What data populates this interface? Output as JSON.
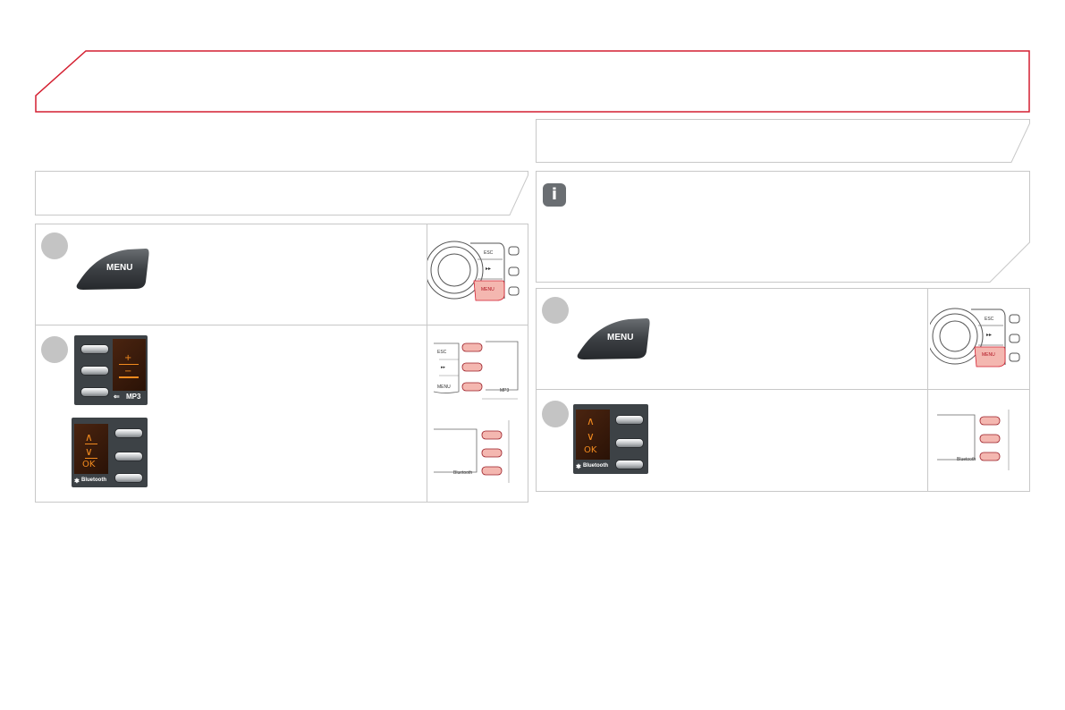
{
  "page": {
    "accent_color": "#d41f30",
    "border_color": "#c8c8c8"
  },
  "menu_button": {
    "label": "MENU"
  },
  "step1_console": {
    "esc_label": "ESC",
    "ff_label": "▸▸",
    "menu_label": "MENU"
  },
  "step2_left_panel": {
    "plus_label": "+",
    "minus_label": "−",
    "mp3_label": "MP3"
  },
  "step2_right_panel": {
    "up_label": "∧",
    "down_label": "∨",
    "ok_label": "OK",
    "bluetooth_label": "Bluetooth"
  },
  "step2_mini_top": {
    "esc_label": "ESC",
    "ff_label": "▸▸",
    "menu_label": "MENU",
    "mp3_label": "MP3"
  },
  "step2_mini_bottom": {
    "bluetooth_label": "Bluetooth"
  },
  "info_icon": {
    "glyph": "i"
  },
  "right_step1_console": {
    "esc_label": "ESC",
    "ff_label": "▸▸",
    "menu_label": "MENU"
  },
  "right_step2_panel": {
    "up_label": "∧",
    "down_label": "∨",
    "ok_label": "OK",
    "bluetooth_label": "Bluetooth"
  },
  "right_step2_mini": {
    "bluetooth_label": "Bluetooth"
  }
}
